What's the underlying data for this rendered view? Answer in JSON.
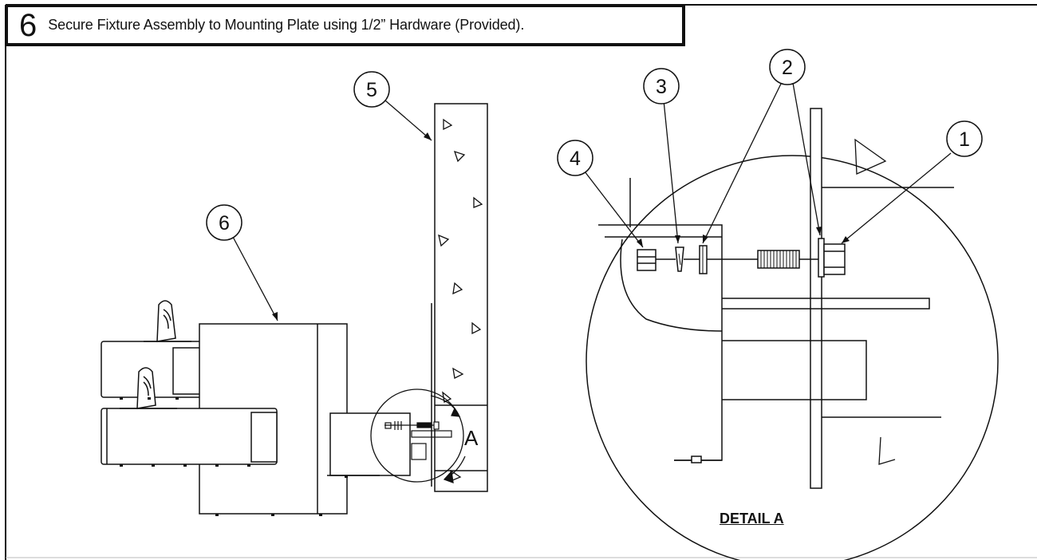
{
  "step": {
    "number": "6",
    "instruction": "Secure Fixture Assembly to Mounting Plate using 1/2” Hardware (Provided)."
  },
  "callouts": {
    "c1": "1",
    "c2": "2",
    "c3": "3",
    "c4": "4",
    "c5": "5",
    "c6": "6"
  },
  "detail_marker": "A",
  "detail_caption": "DETAIL A"
}
